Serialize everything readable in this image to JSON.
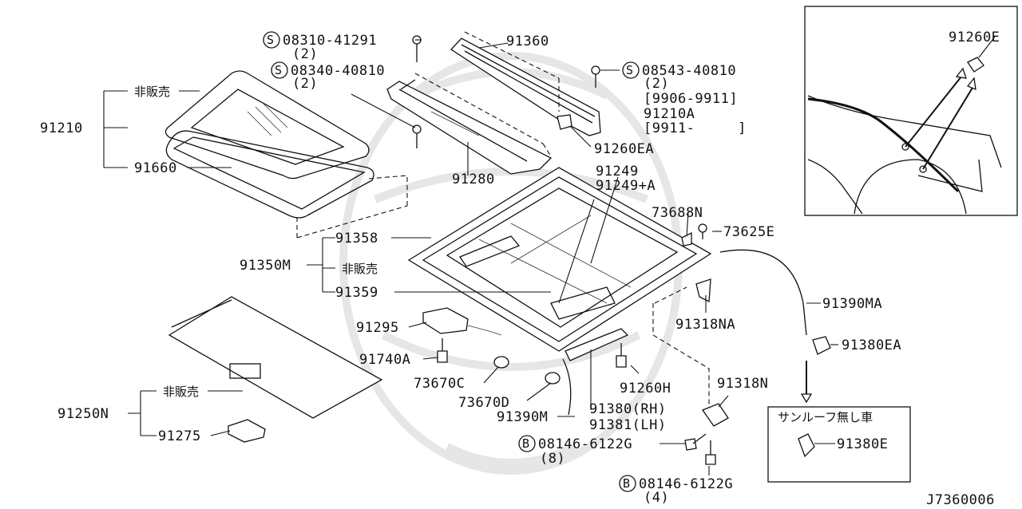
{
  "labels": {
    "p08310": "08310-41291",
    "p08310_qty": "(2)",
    "p08340": "08340-40810",
    "p08340_qty": "(2)",
    "p91360": "91360",
    "p08543": "08543-40810",
    "p08543_qty": "(2)",
    "p08543_range": "[9906-9911]",
    "p91210A": "91210A",
    "p91210A_range": "[9911-     ]",
    "p91260EA": "91260EA",
    "p91210": "91210",
    "p91660": "91660",
    "not_for_sale_1": "非販売",
    "p91280": "91280",
    "p91249": "91249",
    "p91249A": "91249+A",
    "p73688N": "73688N",
    "p73625E": "73625E",
    "p91358": "91358",
    "p91350M": "91350M",
    "not_for_sale_2": "非販売",
    "p91359": "91359",
    "p91390MA": "91390MA",
    "p91318NA": "91318NA",
    "p91295": "91295",
    "p91380EA": "91380EA",
    "p91740A": "91740A",
    "p73670C": "73670C",
    "p91260H": "91260H",
    "p73670D": "73670D",
    "p91318N": "91318N",
    "p91390M": "91390M",
    "p91380RH": "91380(RH)",
    "p91381LH": "91381(LH)",
    "not_for_sale_3": "非販売",
    "p91250N": "91250N",
    "p91275": "91275",
    "p08146a": "08146-6122G",
    "p08146a_qty": "(8)",
    "p08146b": "08146-6122G",
    "p08146b_qty": "(4)",
    "p91260E": "91260E",
    "no_sunroof_caption": "サンルーフ無し車",
    "p91380E": "91380E",
    "diagram_code": "J7360006"
  },
  "symbols": {
    "s": "S",
    "b": "B"
  }
}
